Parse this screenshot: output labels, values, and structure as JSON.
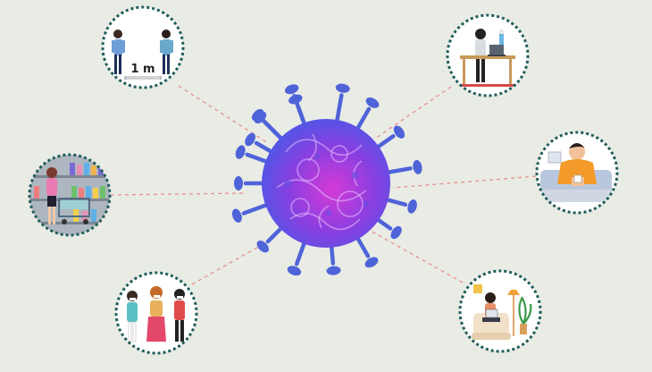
{
  "distance_label": "1 m",
  "colors": {
    "background": "#e9ebe5",
    "ring": "#1f5d5b",
    "connector": "#e8908a",
    "virus_core": "#c03ad8",
    "virus_edge": "#4a55e0",
    "spike": "#4f63d9"
  },
  "scenes": [
    {
      "name": "social-distancing",
      "icon": "two-people-one-meter-apart"
    },
    {
      "name": "supermarket-shopping",
      "icon": "masked-shopper-with-cart"
    },
    {
      "name": "queue-with-masks",
      "icon": "three-masked-people"
    },
    {
      "name": "office-desk-work",
      "icon": "office-worker-at-desk"
    },
    {
      "name": "resting-at-home",
      "icon": "person-on-sofa"
    },
    {
      "name": "working-from-home",
      "icon": "person-with-laptop-at-home"
    }
  ]
}
